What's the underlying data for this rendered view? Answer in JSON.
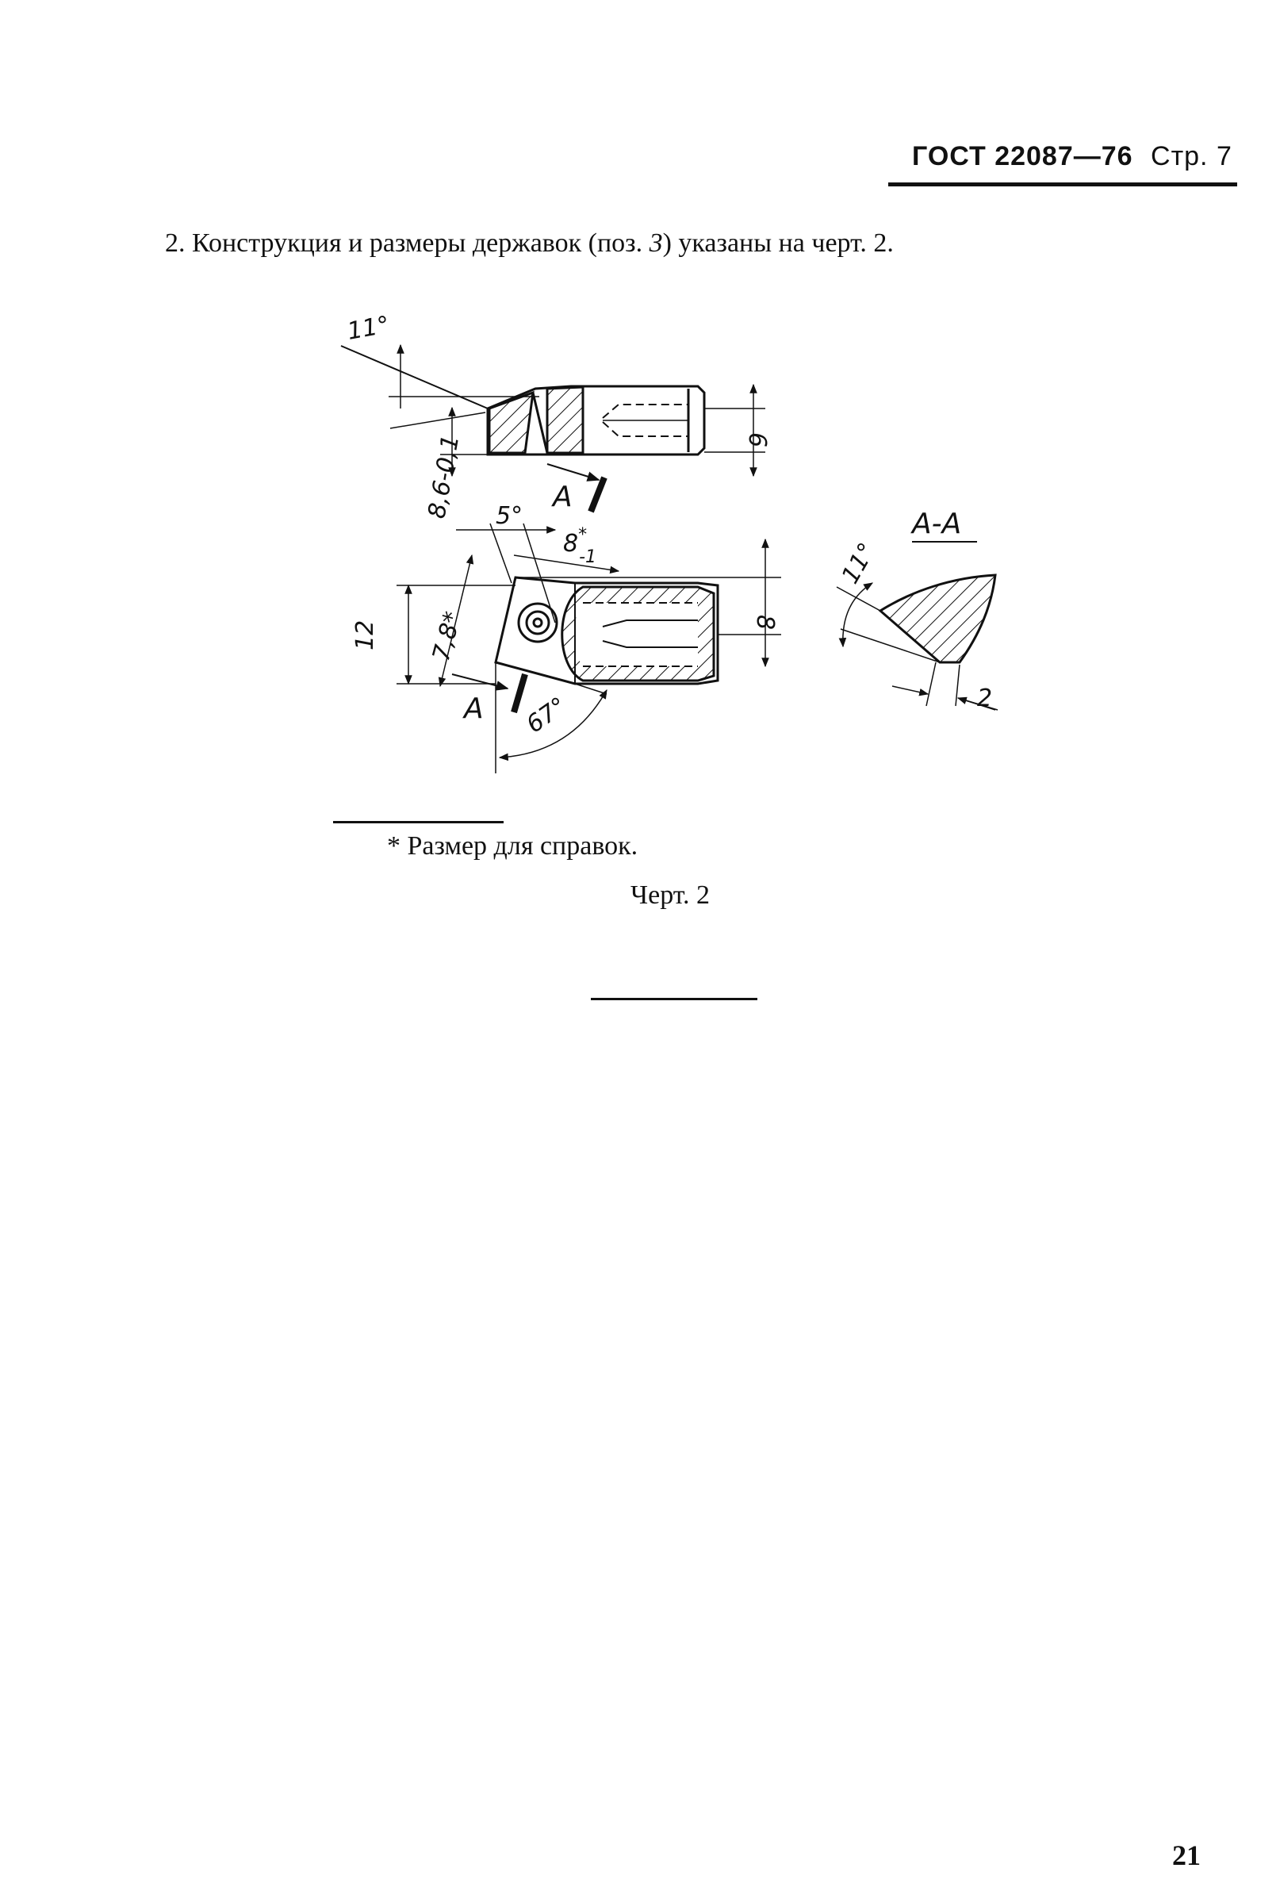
{
  "header": {
    "standard": "ГОСТ 22087—76",
    "page_label": "Стр. 7"
  },
  "paragraph": {
    "number": "2.",
    "text_before": "Конструкция и размеры державок (поз.",
    "position_ref": "3",
    "text_after": ") указаны на черт. 2."
  },
  "drawing": {
    "angle_top": "11°",
    "dim_height_top": "8,6-0,1",
    "dim_6": "6",
    "section_mark": "A",
    "angle_5": "5°",
    "dim_8_tol": "8",
    "dim_8_tol_sup": "*",
    "dim_8_tol_sub": "-1",
    "dim_12": "12",
    "dim_7_8": "7,8*",
    "dim_8": "8",
    "angle_67": "67°",
    "section_title": "A-A",
    "angle_section": "11°",
    "dim_2": "2"
  },
  "footnote": "* Размер для справок.",
  "caption": "Черт. 2",
  "page_number": "21"
}
